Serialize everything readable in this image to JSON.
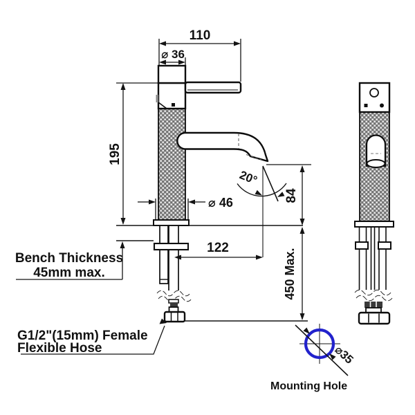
{
  "drawing": {
    "title_hint": "basin mixer tap dimensional drawing",
    "dims": {
      "spout_reach_top": "110",
      "top_diameter": "⌀ 36",
      "height_to_handle": "195",
      "body_diameter": "⌀ 46",
      "spout_angle": "20°",
      "outlet_height": "84",
      "outlet_reach": "122",
      "hose_length_max": "450 Max.",
      "mounting_hole_diameter": "⌀35"
    },
    "labels": {
      "bench_thickness_line1": "Bench Thickness",
      "bench_thickness_line2": "45mm max.",
      "hose_line1": "G1/2\"(15mm) Female",
      "hose_line2": "Flexible Hose",
      "mounting_hole": "Mounting Hole"
    },
    "colors": {
      "line": "#141414",
      "knurl_gray": "#8e8e8e",
      "mounting_circle_blue": "#2222cc"
    }
  }
}
